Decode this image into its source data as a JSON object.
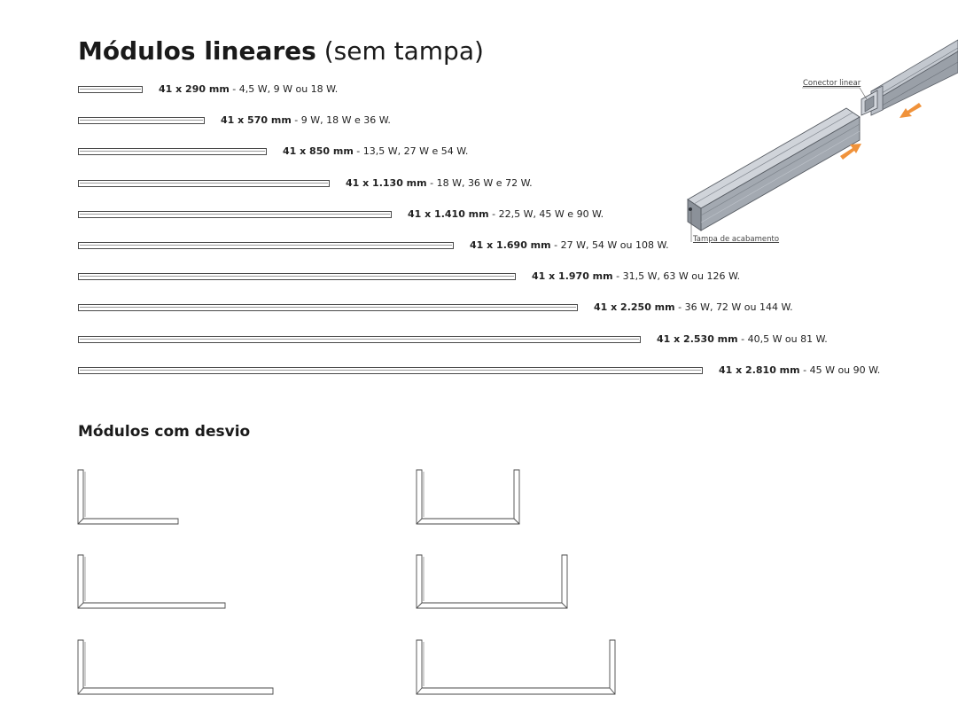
{
  "header": {
    "title_bold": "Módulos lineares",
    "title_rest": "(sem tampa)"
  },
  "modules": [
    {
      "size": "41 x 290 mm",
      "power": "- 4,5 W, 9 W ou 18 W."
    },
    {
      "size": "41 x 570 mm",
      "power": "- 9 W, 18 W e 36 W."
    },
    {
      "size": "41 x 850 mm",
      "power": "- 13,5 W, 27 W e 54 W."
    },
    {
      "size": "41 x 1.130 mm",
      "power": "- 18 W, 36 W e 72 W."
    },
    {
      "size": "41 x 1.410 mm",
      "power": "- 22,5 W, 45 W e 90 W."
    },
    {
      "size": "41 x 1.690 mm",
      "power": "- 27 W, 54 W ou 108 W."
    },
    {
      "size": "41 x 1.970 mm",
      "power": "- 31,5 W, 63 W ou 126 W."
    },
    {
      "size": "41 x 2.250 mm",
      "power": "- 36 W, 72 W ou 144 W."
    },
    {
      "size": "41 x 2.530 mm",
      "power": "- 40,5 W ou 81 W."
    },
    {
      "size": "41 x 2.810 mm",
      "power": "- 45 W ou 90 W."
    }
  ],
  "illustration": {
    "connector_label": "Conector linear",
    "end_cap_label": "Tampa de acabamento",
    "arrow_color": "#f0923a",
    "profile_color": "#a7adb6"
  },
  "section": {
    "title": "Módulos com desvio"
  }
}
